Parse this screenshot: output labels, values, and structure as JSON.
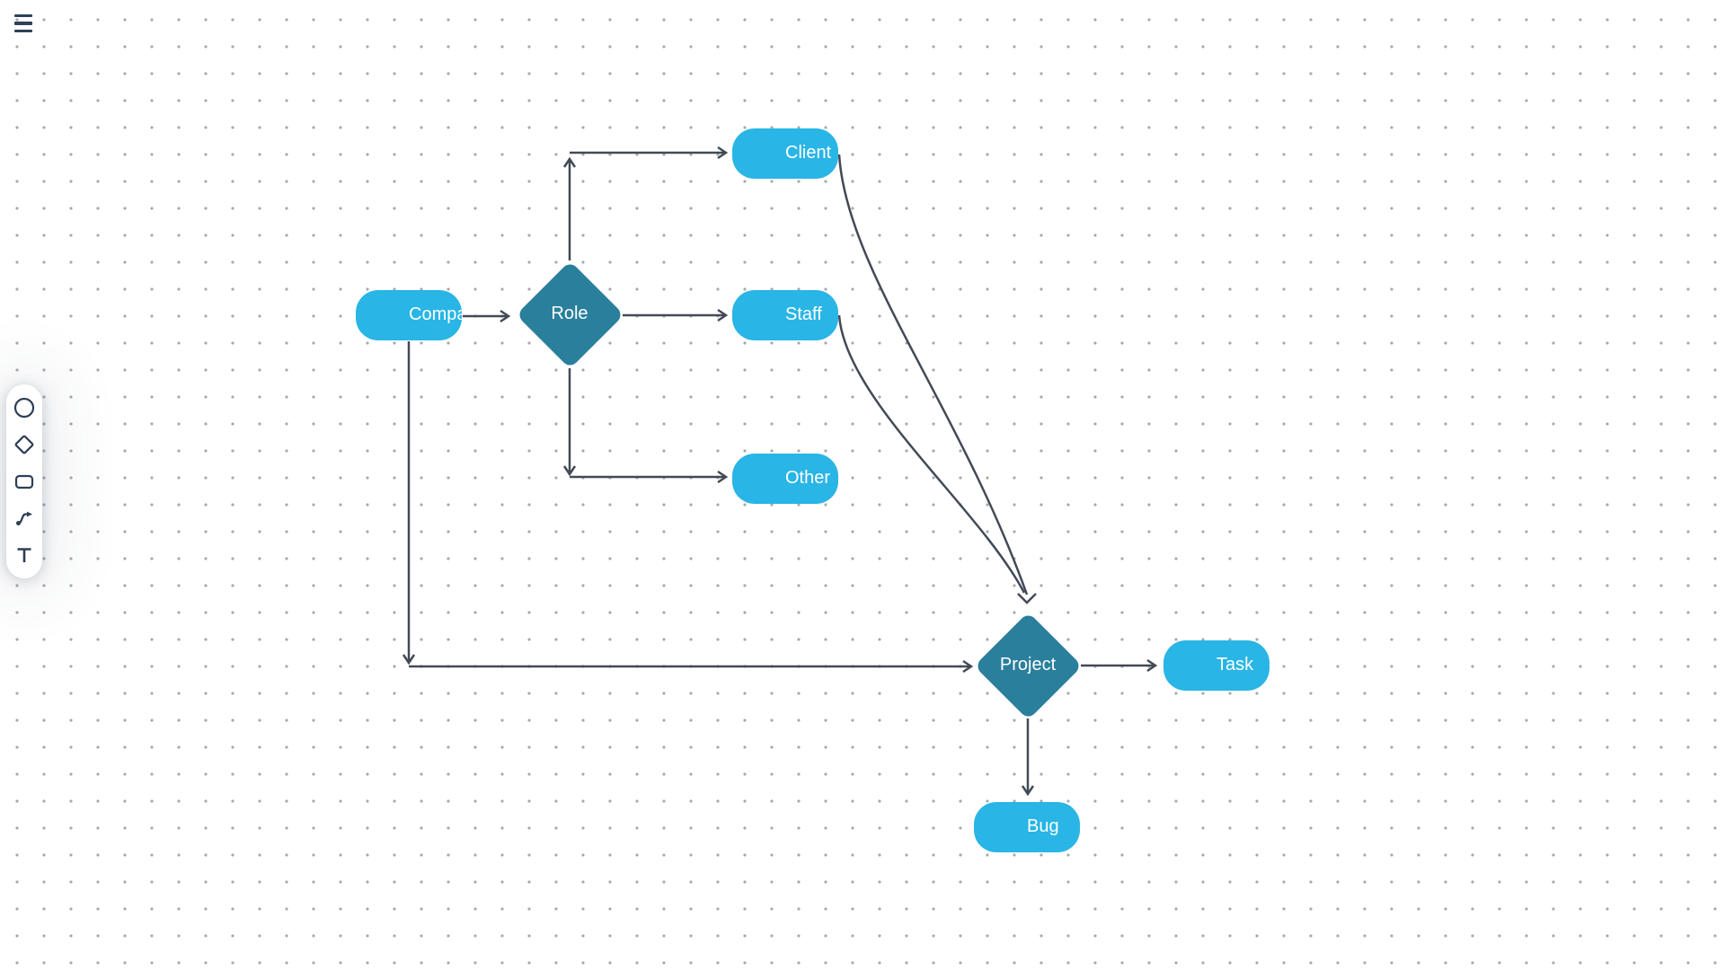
{
  "header": {
    "menu_button": "hamburger-menu"
  },
  "toolbar": {
    "tools": [
      {
        "id": "circle",
        "label": "Circle shape tool"
      },
      {
        "id": "diamond",
        "label": "Diamond shape tool"
      },
      {
        "id": "rectangle",
        "label": "Rectangle shape tool"
      },
      {
        "id": "connector",
        "label": "Connector tool"
      },
      {
        "id": "text",
        "label": "Text tool"
      }
    ]
  },
  "canvas": {
    "grid": "dotted",
    "colors": {
      "process_fill": "#29b5e5",
      "decision_fill": "#2a7f9c",
      "edge_stroke": "#424a56",
      "label_text": "#ffffff",
      "toolbar_icon": "#2d3e56"
    },
    "nodes": [
      {
        "id": "company",
        "label": "Company",
        "shape": "rounded-rectangle"
      },
      {
        "id": "role",
        "label": "Role",
        "shape": "diamond"
      },
      {
        "id": "client",
        "label": "Client",
        "shape": "rounded-rectangle"
      },
      {
        "id": "staff",
        "label": "Staff",
        "shape": "rounded-rectangle"
      },
      {
        "id": "other",
        "label": "Other",
        "shape": "rounded-rectangle"
      },
      {
        "id": "project",
        "label": "Project",
        "shape": "diamond"
      },
      {
        "id": "task",
        "label": "Task",
        "shape": "rounded-rectangle"
      },
      {
        "id": "bug",
        "label": "Bug",
        "shape": "rounded-rectangle"
      }
    ],
    "edges": [
      {
        "from": "company",
        "to": "role"
      },
      {
        "from": "role",
        "to": "client"
      },
      {
        "from": "role",
        "to": "staff"
      },
      {
        "from": "role",
        "to": "other"
      },
      {
        "from": "company",
        "to": "project"
      },
      {
        "from": "client",
        "to": "project"
      },
      {
        "from": "staff",
        "to": "project"
      },
      {
        "from": "project",
        "to": "task"
      },
      {
        "from": "project",
        "to": "bug"
      }
    ]
  }
}
